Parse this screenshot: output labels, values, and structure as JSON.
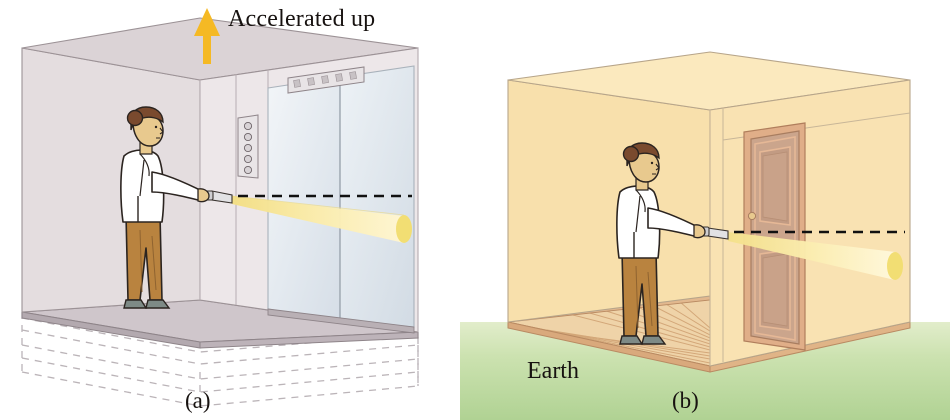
{
  "figure": {
    "kind": "physics-illustration",
    "topic": "equivalence-principle-light-bending",
    "panels": [
      {
        "id": "a",
        "caption": "(a)",
        "scene": "accelerating-elevator",
        "annotation": "Accelerated up",
        "arrow_direction": "up",
        "room_wall_color": "#E3DCDE",
        "room_floor_color": "#CCC3C8",
        "door_color": "#EDF1F5",
        "ghost_trail": "dashed"
      },
      {
        "id": "b",
        "caption": "(b)",
        "scene": "room-at-rest-on-earth",
        "annotation": "Earth",
        "room_wall_color": "#F8E0AC",
        "room_floor_color": "#E8B98E",
        "door_color": "#CBA58C",
        "ground_color": "#B8D89B"
      }
    ],
    "labels": {
      "accelerated_up": "Accelerated up",
      "earth": "Earth",
      "panel_a": "(a)",
      "panel_b": "(b)"
    },
    "colors": {
      "arrow": "#F5B924",
      "beam": "#F9E79A",
      "beam_end": "#F0DC6A",
      "dashed_reference_line": "#111111",
      "lab_coat": "#FFFFFF",
      "trousers": "#B9833F",
      "hair": "#7A4A2E",
      "skin": "#E8C98E",
      "shoes": "#7E8A86",
      "outline": "#2B2420"
    },
    "elements": {
      "person": "woman-scientist-holding-flashlight",
      "light_beam": "bent-downward-light-cone",
      "reference_line": "horizontal-dashed-straight-path",
      "elevator_button_panel_buttons": 5,
      "elevator_floor_indicator_segments": 5,
      "door_panels": 2,
      "doorknob": "round"
    }
  }
}
